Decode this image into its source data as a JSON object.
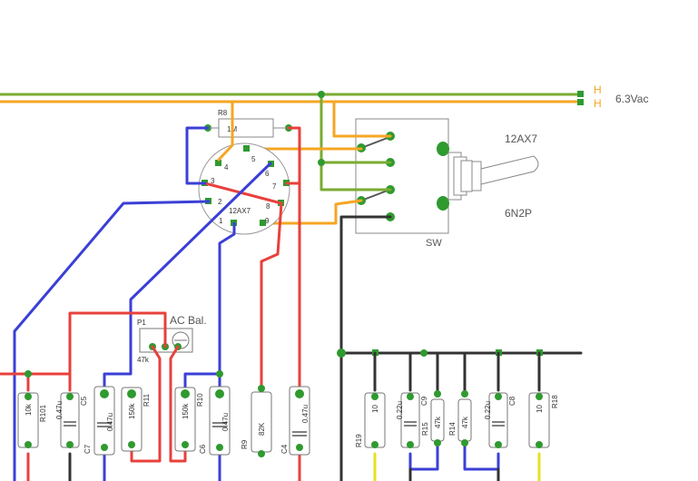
{
  "heater": {
    "h_top": "H",
    "h_bottom": "H",
    "voltage": "6.3Vac"
  },
  "tube": {
    "name": "12AX7",
    "pins": [
      "1",
      "2",
      "3",
      "4",
      "5",
      "6",
      "7",
      "8",
      "9"
    ]
  },
  "switch": {
    "label": "SW",
    "option_top": "12AX7",
    "option_bottom": "6N2P"
  },
  "pot": {
    "ref": "P1",
    "value": "47k",
    "function": "AC Bal."
  },
  "resistors": {
    "r8": {
      "ref": "R8",
      "value": "1M"
    },
    "r101": {
      "ref": "R101",
      "value": "10k"
    },
    "r11": {
      "ref": "R11",
      "value": "150k"
    },
    "r10": {
      "ref": "R10",
      "value": "150k"
    },
    "r9": {
      "ref": "R9",
      "value": "82K"
    },
    "r19": {
      "ref": "R19",
      "value": "10"
    },
    "r15": {
      "ref": "R15",
      "value": "47k"
    },
    "r14": {
      "ref": "R14",
      "value": "47k"
    },
    "r18": {
      "ref": "R18",
      "value": "10"
    }
  },
  "capacitors": {
    "c5a": {
      "ref": "C5",
      "value": "0.47u"
    },
    "c7": {
      "ref": "C7",
      "value": "0.47u"
    },
    "c6": {
      "ref": "C6",
      "value": "0.47u"
    },
    "c4": {
      "ref": "C4",
      "value": "0.47u"
    },
    "c9": {
      "ref": "C9",
      "value": "0.22u"
    },
    "c8": {
      "ref": "C8",
      "value": "0.22u"
    }
  },
  "colors": {
    "heater_green": "#7aab32",
    "heater_orange": "#f5a623",
    "wire_blue": "#3b3fd6",
    "wire_red": "#e8403c",
    "wire_dark": "#333333",
    "wire_yellow": "#e8e020",
    "pad_green": "#2f9a2f"
  }
}
